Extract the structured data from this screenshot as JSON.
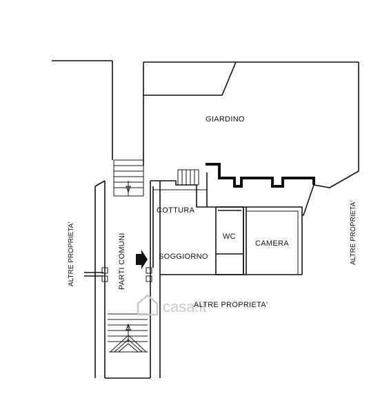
{
  "labels": {
    "giardino": "GIARDINO",
    "cottura": "COTTURA",
    "wc": "WC",
    "camera": "CAMERA",
    "soggiorno": "SOGGIORNO",
    "parti_comuni": "PARTI COMUNI",
    "altre_left": "ALTRE PROPRIETA'",
    "altre_right": "ALTRE PROPRIETA'",
    "altre_bottom": "ALTRE PROPRIETA'"
  },
  "watermark": "casa.it",
  "icons": {
    "entrance": "arrow-right-icon",
    "stair_up": "arrow-up-icon",
    "stair_down": "arrow-down-icon",
    "watermark_logo": "house-logo-icon"
  }
}
